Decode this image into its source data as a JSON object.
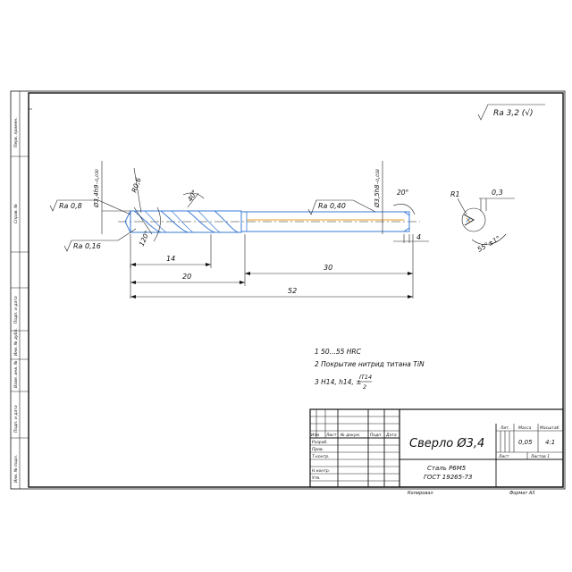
{
  "roughness_general": "Ra 3,2 (√)",
  "roughness": {
    "r08": "Ra 0,8",
    "r016": "Ra 0,16",
    "r040": "Ra 0,40"
  },
  "diameters": {
    "d34": "Ø3,4h9₋₀,₀₃₀",
    "d35": "Ø3,5h8₋₀,₀₁₈"
  },
  "radius_label": "R0,6",
  "angles": {
    "helix": "40°",
    "tip": "120°",
    "chamfer": "20°",
    "detail": "55°±1°"
  },
  "dims": {
    "d14": "14",
    "d20": "20",
    "d30": "30",
    "d52": "52",
    "d4": "4",
    "r1": "R1",
    "d03": "0,3"
  },
  "notes": [
    "1 50...55 HRC",
    "2 Покрытие нитрид титана TiN",
    "3 H14, h14, ±"
  ],
  "tolerance_fraction": {
    "num": "IT14",
    "den": "2"
  },
  "title_block": {
    "name": "Сверло Ø3,4",
    "material_line1": "Сталь Р6М5",
    "material_line2": "ГОСТ 19265-73",
    "headers": [
      "Изм",
      "Лист",
      "№ докум.",
      "Подп.",
      "Дата"
    ],
    "roles": [
      "Разраб.",
      "Пров.",
      "Т.контр.",
      "",
      "Н.контр.",
      "Утв."
    ],
    "col_lit": "Лит.",
    "col_mass": "Масса",
    "col_scale": "Масштаб",
    "mass": "0,05",
    "scale": "4:1",
    "sheet": "Лист",
    "sheets": "Листов 1",
    "copied": "Копировал",
    "format": "Формат А3"
  },
  "side_labels": [
    "Перв. примен.",
    "Справ. №",
    "Подп. и дата",
    "Инв. № дубл.",
    "Взам. инв. №",
    "Подп. и дата",
    "Инв. № подл."
  ]
}
